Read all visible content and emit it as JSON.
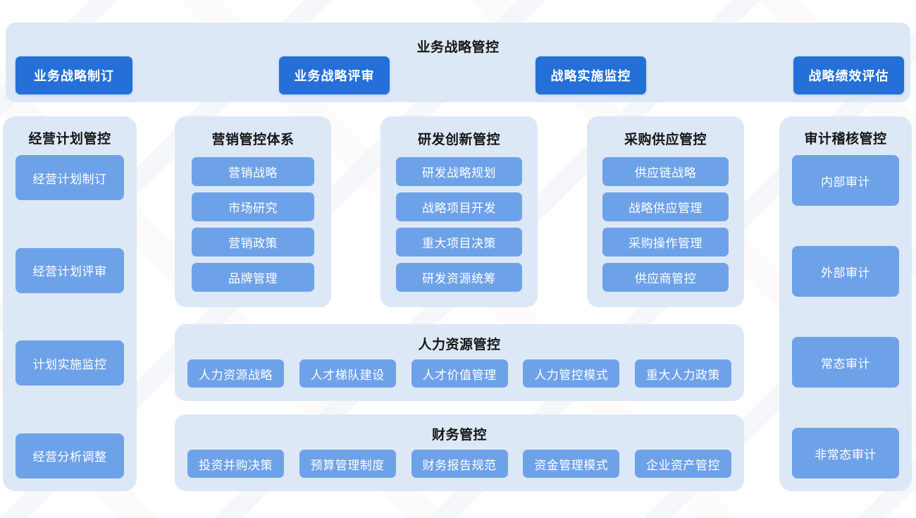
{
  "banner": {
    "title": "业务战略管控",
    "buttons": [
      {
        "label": "业务战略制订"
      },
      {
        "label": "业务战略评审"
      },
      {
        "label": "战略实施监控"
      },
      {
        "label": "战略绩效评估"
      }
    ]
  },
  "columns": {
    "plan": {
      "title": "经营计划管控",
      "items": [
        {
          "label": "经营计划制订"
        },
        {
          "label": "经营计划评审"
        },
        {
          "label": "计划实施监控"
        },
        {
          "label": "经营分析调整"
        }
      ]
    },
    "marketing": {
      "title": "营销管控体系",
      "items": [
        {
          "label": "营销战略"
        },
        {
          "label": "市场研究"
        },
        {
          "label": "营销政策"
        },
        {
          "label": "品牌管理"
        }
      ]
    },
    "rd": {
      "title": "研发创新管控",
      "items": [
        {
          "label": "研发战略规划"
        },
        {
          "label": "战略项目开发"
        },
        {
          "label": "重大项目决策"
        },
        {
          "label": "研发资源统筹"
        }
      ]
    },
    "supply": {
      "title": "采购供应管控",
      "items": [
        {
          "label": "供应链战略"
        },
        {
          "label": "战略供应管理"
        },
        {
          "label": "采购操作管理"
        },
        {
          "label": "供应商管控"
        }
      ]
    },
    "audit": {
      "title": "审计稽核管控",
      "items": [
        {
          "label": "内部审计"
        },
        {
          "label": "外部审计"
        },
        {
          "label": "常态审计"
        },
        {
          "label": "非常态审计"
        }
      ]
    }
  },
  "rows": {
    "hr": {
      "title": "人力资源管控",
      "items": [
        {
          "label": "人力资源战略"
        },
        {
          "label": "人才梯队建设"
        },
        {
          "label": "人才价值管理"
        },
        {
          "label": "人力管控模式"
        },
        {
          "label": "重大人力政策"
        }
      ]
    },
    "finance": {
      "title": "财务管控",
      "items": [
        {
          "label": "投资并购决策"
        },
        {
          "label": "预算管理制度"
        },
        {
          "label": "财务报告规范"
        },
        {
          "label": "资金管理模式"
        },
        {
          "label": "企业资产管控"
        }
      ]
    }
  },
  "colors": {
    "panel_bg": "#dde8f6",
    "button_primary": "#2470d8",
    "button_secondary": "#6ea2e8",
    "page_bg": "#ffffff",
    "title_text": "#161616"
  }
}
